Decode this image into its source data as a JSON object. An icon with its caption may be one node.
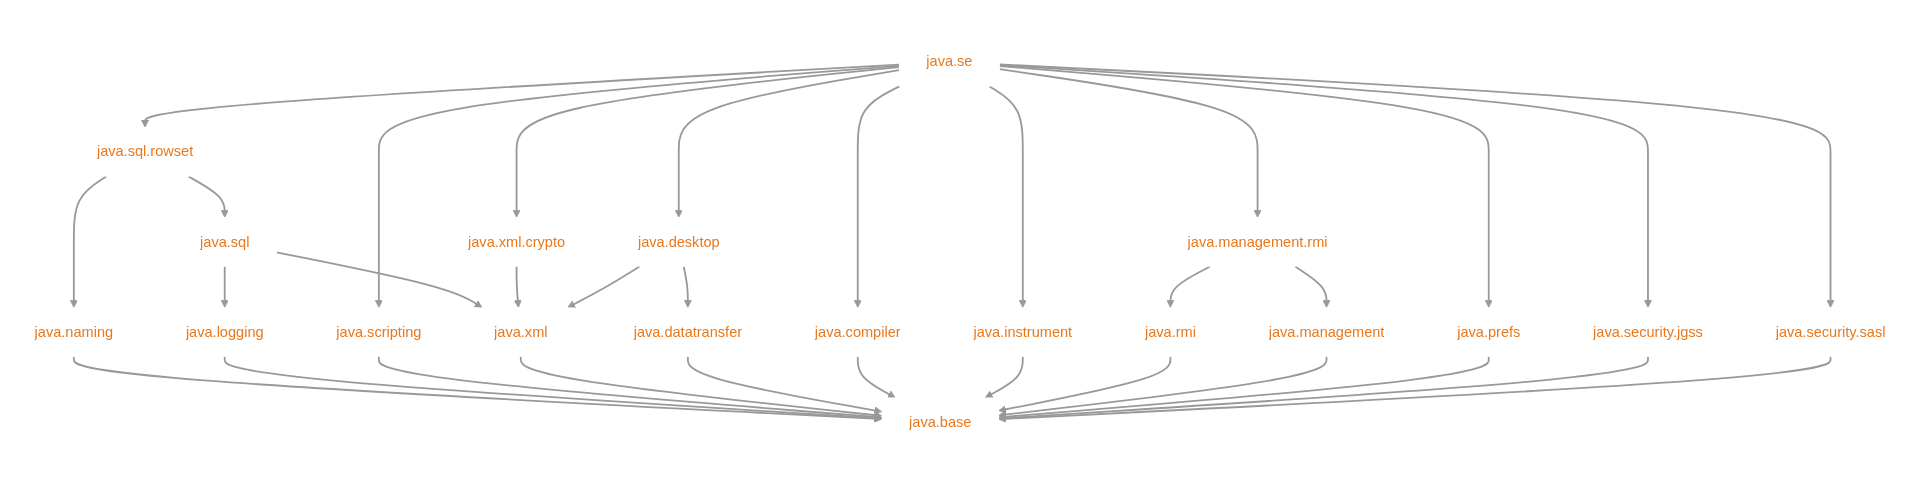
{
  "diagram": {
    "nodes": [
      {
        "text": [
          "java.se"
        ]
      },
      {
        "text": [
          "java.sql.rowset"
        ]
      },
      {
        "text": [
          "java.xml.crypto"
        ]
      },
      {
        "text": [
          "java.management.rmi"
        ]
      },
      {
        "text": [
          "java.security.sasl"
        ]
      },
      {
        "text": [
          "java.sql"
        ]
      },
      {
        "text": [
          "java.desktop"
        ]
      },
      {
        "text": [
          "java.management"
        ]
      },
      {
        "text": [
          "java.prefs"
        ]
      },
      {
        "text": [
          "java.security.jgss"
        ]
      },
      {
        "text": [
          "java.naming"
        ]
      },
      {
        "text": [
          "java.logging"
        ]
      },
      {
        "text": [
          "java.scripting"
        ]
      },
      {
        "text": [
          "java.xml"
        ]
      },
      {
        "text": [
          "java.datatransfer"
        ]
      },
      {
        "text": [
          "java.compiler"
        ]
      },
      {
        "text": [
          "java.instrument"
        ]
      },
      {
        "text": [
          "java.rmi"
        ]
      },
      {
        "text": [
          "java.base"
        ]
      }
    ],
    "edges": [
      {
        "from": 0,
        "to": 1,
        "arrow": "to"
      },
      {
        "from": 0,
        "to": 12,
        "arrow": "to"
      },
      {
        "from": 0,
        "to": 2,
        "arrow": "to"
      },
      {
        "from": 0,
        "to": 6,
        "arrow": "to"
      },
      {
        "from": 0,
        "to": 15,
        "arrow": "to"
      },
      {
        "from": 0,
        "to": 16,
        "arrow": "to"
      },
      {
        "from": 0,
        "to": 3,
        "arrow": "to"
      },
      {
        "from": 0,
        "to": 8,
        "arrow": "to"
      },
      {
        "from": 0,
        "to": 9,
        "arrow": "to"
      },
      {
        "from": 0,
        "to": 4,
        "arrow": "to"
      },
      {
        "from": 1,
        "to": 10,
        "arrow": "to"
      },
      {
        "from": 1,
        "to": 5,
        "arrow": "to"
      },
      {
        "from": 5,
        "to": 11,
        "arrow": "to"
      },
      {
        "from": 5,
        "to": 13,
        "arrow": "to"
      },
      {
        "from": 2,
        "to": 13,
        "arrow": "to"
      },
      {
        "from": 6,
        "to": 13,
        "arrow": "to"
      },
      {
        "from": 6,
        "to": 14,
        "arrow": "to"
      },
      {
        "from": 3,
        "to": 17,
        "arrow": "to"
      },
      {
        "from": 3,
        "to": 7,
        "arrow": "to"
      },
      {
        "from": 10,
        "to": 18,
        "arrow": "to"
      },
      {
        "from": 11,
        "to": 18,
        "arrow": "to"
      },
      {
        "from": 12,
        "to": 18,
        "arrow": "to"
      },
      {
        "from": 13,
        "to": 18,
        "arrow": "to"
      },
      {
        "from": 14,
        "to": 18,
        "arrow": "to"
      },
      {
        "from": 15,
        "to": 18,
        "arrow": "to"
      },
      {
        "from": 16,
        "to": 18,
        "arrow": "to"
      },
      {
        "from": 17,
        "to": 18,
        "arrow": "to"
      },
      {
        "from": 7,
        "to": 18,
        "arrow": "to"
      },
      {
        "from": 8,
        "to": 18,
        "arrow": "to"
      },
      {
        "from": 9,
        "to": 18,
        "arrow": "to"
      },
      {
        "from": 4,
        "to": 18,
        "arrow": "to"
      }
    ]
  }
}
